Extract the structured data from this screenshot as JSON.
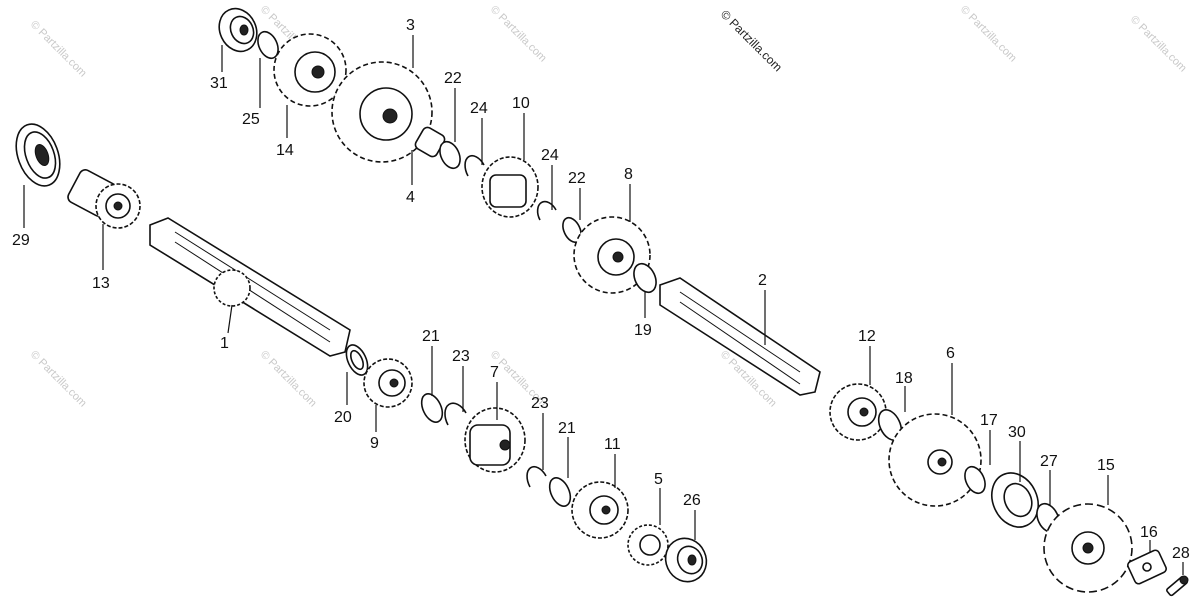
{
  "copyright": "© Partzilla.com",
  "watermark": "© Partzilla.com",
  "labels": [
    "1",
    "2",
    "3",
    "4",
    "5",
    "6",
    "7",
    "8",
    "9",
    "10",
    "11",
    "12",
    "13",
    "14",
    "15",
    "16",
    "17",
    "18",
    "19",
    "20",
    "21",
    "21",
    "22",
    "22",
    "23",
    "23",
    "24",
    "24",
    "25",
    "26",
    "27",
    "28",
    "29",
    "30",
    "31"
  ]
}
